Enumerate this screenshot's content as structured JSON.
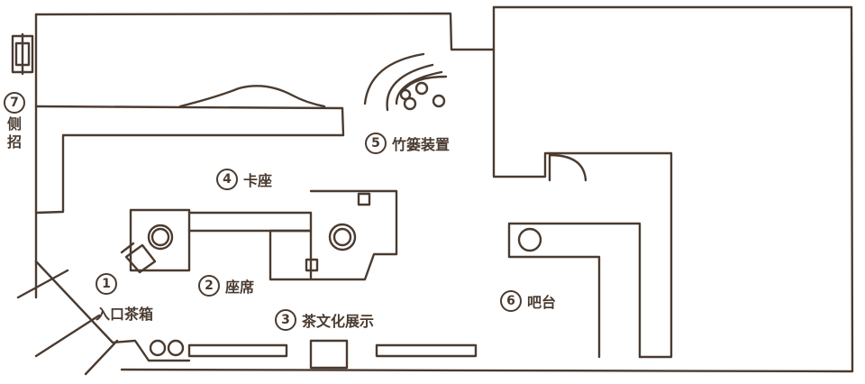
{
  "labels": [
    {
      "num": "1",
      "text": "入口茶箱"
    },
    {
      "num": "2",
      "text": "座席"
    },
    {
      "num": "3",
      "text": "茶文化展示"
    },
    {
      "num": "4",
      "text": "卡座"
    },
    {
      "num": "5",
      "text": "竹篓装置"
    },
    {
      "num": "6",
      "text": "吧台"
    },
    {
      "num": "7",
      "text": "侧招"
    }
  ],
  "colors": {
    "line": "#4a3b30",
    "background": "#ffffff"
  }
}
